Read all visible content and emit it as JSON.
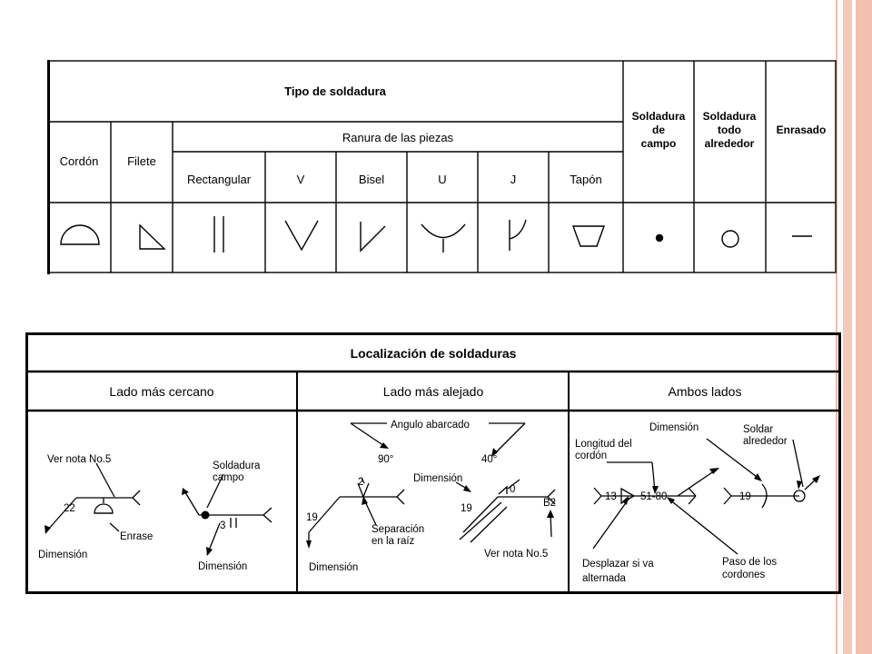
{
  "table1": {
    "title": "Tipo de soldadura",
    "col_cordon": "Cordón",
    "col_filete": "Filete",
    "ranura_title": "Ranura de las piezas",
    "ranura_cols": [
      "Rectangular",
      "V",
      "Bisel",
      "U",
      "J",
      "Tapón"
    ],
    "col_campo": [
      "Soldadura",
      "de",
      "campo"
    ],
    "col_alrededor": [
      "Soldadura",
      "todo",
      "alrededor"
    ],
    "col_enrasado": "Enrasado"
  },
  "table2": {
    "title": "Localización de soldaduras",
    "col1": "Lado más cercano",
    "col2": "Lado más alejado",
    "col3": "Ambos lados",
    "c1": {
      "ver_nota": "Ver nota No.5",
      "num_22": "22",
      "enrase": "Enrase",
      "dimension": "Dimensión",
      "soldadura_campo": [
        "Soldadura",
        "campo"
      ],
      "num_3": "3",
      "dimension2": "Dimensión"
    },
    "c2": {
      "angulo": "Angulo abarcado",
      "deg90": "90°",
      "deg40": "40°",
      "num_2": "2",
      "num_19a": "19",
      "separacion": [
        "Separación",
        "en la raíz"
      ],
      "dimension_a": "Dimensión",
      "dimension_b": "Dimensión",
      "num_19b": "19",
      "num_0": "0",
      "b2": "B2",
      "ver_nota": "Ver nota No.5"
    },
    "c3": {
      "longitud": [
        "Longitud del",
        "cordón"
      ],
      "dimension": "Dimensión",
      "soldar": [
        "Soldar",
        "alrededor"
      ],
      "num_13": "13",
      "num_5180": "51-80",
      "num_19": "19",
      "desplazar": [
        "Desplazar si va",
        "alternada"
      ],
      "paso": [
        "Paso de los",
        "cordones"
      ]
    }
  }
}
